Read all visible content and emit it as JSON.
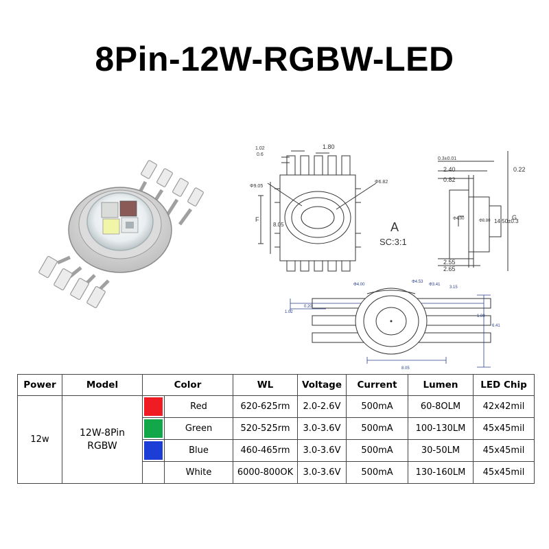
{
  "title": "8Pin-12W-RGBW-LED",
  "drawing": {
    "dim_102": "1.02",
    "dim_06": "0.6",
    "dim_180": "1.80",
    "dim_905": "Φ9.05",
    "dim_682": "Φ6.82",
    "dim_F": "F",
    "dim_805_side": "8.05",
    "section_label": "A",
    "scale": "SC:3:1",
    "dim_03": "0.3±0.01",
    "dim_240": "2.40",
    "dim_022": "0.22",
    "dim_082": "0.82",
    "dim_400": "Φ4.00",
    "dim_880": "Φ8.80",
    "dim_1450": "14.50±0.3",
    "dim_G": "G",
    "dim_255": "2.55",
    "dim_265": "2.65",
    "dim_b400": "Φ4.00",
    "dim_b453": "Φ4.53",
    "dim_b341": "Φ3.41",
    "dim_b315": "3.15",
    "dim_b020": "0.20",
    "dim_b102": "1.02",
    "dim_b100": "1.00",
    "dim_b641": "6.41",
    "dim_b805": "8.05"
  },
  "colors": {
    "red": "#ef1c24",
    "green": "#12a84a",
    "blue": "#1c3ed6",
    "white": "#ffffff"
  },
  "table": {
    "headers": {
      "power": "Power",
      "model": "Model",
      "color": "Color",
      "wl": "WL",
      "voltage": "Voltage",
      "current": "Current",
      "lumen": "Lumen",
      "chip": "LED Chip"
    },
    "power": "12w",
    "model_line1": "12W-8Pin",
    "model_line2": "RGBW",
    "rows": [
      {
        "color": "Red",
        "wl": "620-625rm",
        "voltage": "2.0-2.6V",
        "current": "500mA",
        "lumen": "60-8OLM",
        "chip": "42x42mil"
      },
      {
        "color": "Green",
        "wl": "520-525rm",
        "voltage": "3.0-3.6V",
        "current": "500mA",
        "lumen": "100-130LM",
        "chip": "45x45mil"
      },
      {
        "color": "Blue",
        "wl": "460-465rm",
        "voltage": "3.0-3.6V",
        "current": "500mA",
        "lumen": "30-50LM",
        "chip": "45x45mil"
      },
      {
        "color": "White",
        "wl": "6000-800OK",
        "voltage": "3.0-3.6V",
        "current": "500mA",
        "lumen": "130-160LM",
        "chip": "45x45mil"
      }
    ]
  }
}
